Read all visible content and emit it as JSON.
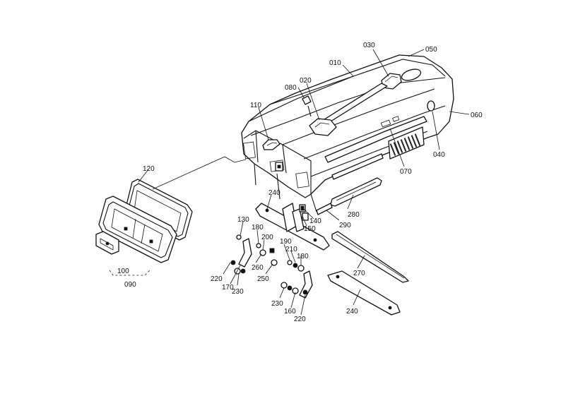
{
  "diagram": {
    "callouts": {
      "p010": "010",
      "p020": "020",
      "p030": "030",
      "p040": "040",
      "p050": "050",
      "p060": "060",
      "p070": "070",
      "p080": "080",
      "p090": "090",
      "p100": "100",
      "p110": "110",
      "p120": "120",
      "p130": "130",
      "p140": "140",
      "p150": "150",
      "p160": "160",
      "p170": "170",
      "p180a": "180",
      "p180b": "180",
      "p190": "190",
      "p200": "200",
      "p210": "210",
      "p220a": "220",
      "p220b": "220",
      "p230a": "230",
      "p230b": "230",
      "p240a": "240",
      "p240b": "240",
      "p250": "250",
      "p260": "260",
      "p270": "270",
      "p280": "280",
      "p290": "290"
    }
  }
}
